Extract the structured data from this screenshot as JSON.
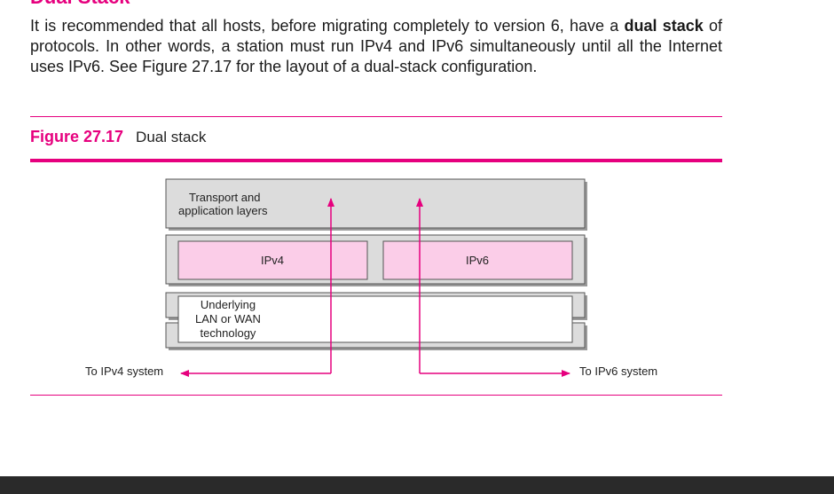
{
  "heading": "Dual Stack",
  "paragraph": {
    "part1": "It is recommended that all hosts, before migrating completely to version 6, have a ",
    "bold": "dual stack",
    "part2": " of protocols. In other words, a station must run IPv4 and IPv6 simultaneously until all the Internet uses IPv6. See Figure 27.17 for the layout of a dual-stack configuration."
  },
  "figure": {
    "number": "Figure 27.17",
    "title": "Dual stack",
    "transport_line1": "Transport and",
    "transport_line2": "application layers",
    "ipv4": "IPv4",
    "ipv6": "IPv6",
    "underlying_line1": "Underlying",
    "underlying_line2": "LAN or WAN",
    "underlying_line3": "technology",
    "to_ipv4": "To IPv4 system",
    "to_ipv6": "To IPv6 system"
  },
  "colors": {
    "accent": "#e6007e",
    "protocol_fill": "#fbcde8",
    "layer_fill": "#dcdcdc"
  }
}
